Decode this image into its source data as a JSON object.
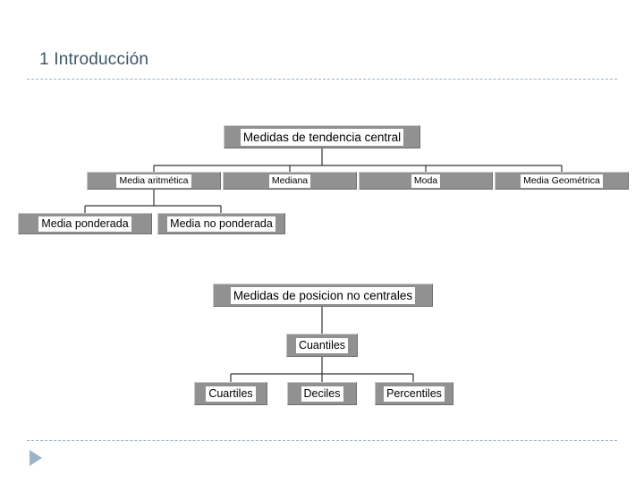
{
  "slide": {
    "title": "1 Introducción",
    "title_color": "#3c5663",
    "rule_color": "#9fb4c4",
    "background": "#ffffff",
    "marker_icon": "play-triangle-icon",
    "marker_color": "#9db3c6"
  },
  "theme": {
    "node_fill": "#919191",
    "node_label_fill": "#ffffff",
    "node_label_text": "#000000",
    "connector_color": "#333333"
  },
  "diagrams": [
    {
      "id": "medidas-tendencia-central",
      "root": "Medidas de tendencia central",
      "level2": [
        "Media aritmética",
        "Mediana",
        "Moda",
        "Media Geométrica"
      ],
      "level3_parent": "Media aritmética",
      "level3": [
        "Media ponderada",
        "Media no ponderada"
      ]
    },
    {
      "id": "medidas-posicion-no-centrales",
      "root": "Medidas de posicion no centrales",
      "level2": [
        "Cuantiles"
      ],
      "level3_parent": "Cuantiles",
      "level3": [
        "Cuartiles",
        "Deciles",
        "Percentiles"
      ]
    }
  ]
}
